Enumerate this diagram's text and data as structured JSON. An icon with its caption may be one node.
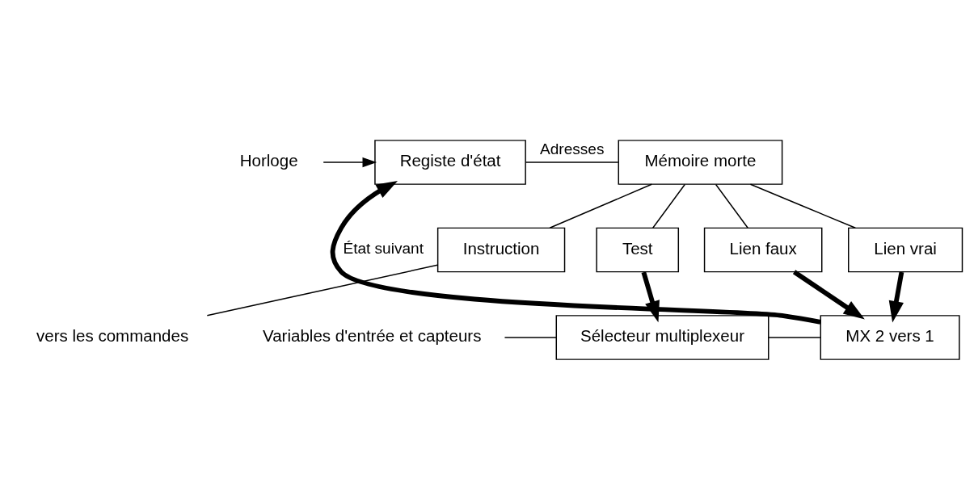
{
  "diagram": {
    "nodes": [
      {
        "text": [
          "Registe d'état"
        ]
      },
      {
        "text": [
          "Mémoire morte"
        ]
      },
      {
        "text": [
          "Test"
        ]
      },
      {
        "text": [
          "Lien vrai"
        ]
      },
      {
        "text": [
          "Lien faux"
        ]
      },
      {
        "text": [
          "Instruction"
        ]
      },
      {
        "text": [
          "Sélecteur multiplexeur"
        ]
      },
      {
        "text": [
          "MX 2 vers 1"
        ]
      },
      {
        "text": [
          "Horloge"
        ]
      },
      {
        "text": [
          "Variables d'entrée et capteurs"
        ]
      },
      {
        "text": [
          "vers les commandes"
        ]
      }
    ],
    "edges": [
      {
        "from": 0,
        "to": 1,
        "arrow": "none",
        "label": "Adresses"
      },
      {
        "from": 1,
        "to": 2,
        "arrow": "none"
      },
      {
        "from": 1,
        "to": 3,
        "arrow": "none"
      },
      {
        "from": 1,
        "to": 4,
        "arrow": "none"
      },
      {
        "from": 1,
        "to": 5,
        "arrow": "none"
      },
      {
        "from": 2,
        "to": 6,
        "arrow": "to",
        "style": "thick"
      },
      {
        "from": 3,
        "to": 7,
        "arrow": "to",
        "style": "thick"
      },
      {
        "from": 4,
        "to": 7,
        "arrow": "to",
        "style": "thick"
      },
      {
        "from": 9,
        "to": 6,
        "arrow": "none"
      },
      {
        "from": 6,
        "to": 7,
        "arrow": "none"
      },
      {
        "from": 5,
        "to": 10,
        "arrow": "none"
      },
      {
        "from": 7,
        "to": 0,
        "arrow": "to",
        "style": "thick",
        "label": "État suivant"
      },
      {
        "from": 8,
        "to": 0,
        "arrow": "to"
      }
    ]
  }
}
